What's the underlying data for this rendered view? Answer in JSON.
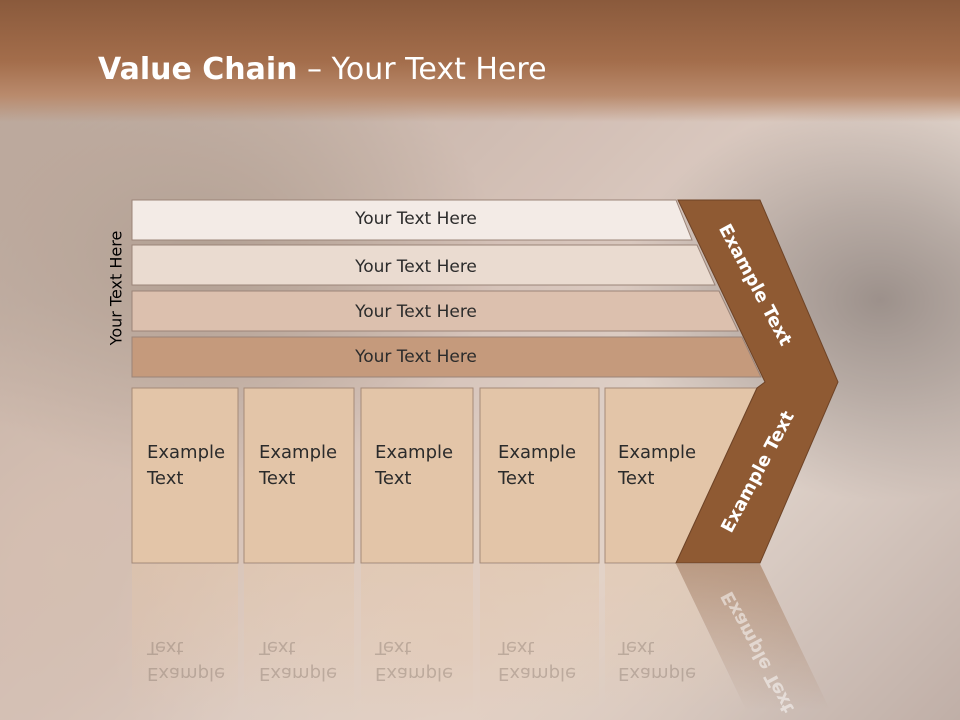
{
  "slide": {
    "title_bold": "Value Chain",
    "title_rest": " – Your Text Here",
    "side_label": "Your Text Here",
    "rows": [
      {
        "label": "Your Text Here",
        "fill": "#f3ebe6"
      },
      {
        "label": "Your Text Here",
        "fill": "#eadbd0"
      },
      {
        "label": "Your Text Here",
        "fill": "#dcc0ae"
      },
      {
        "label": "Your Text Here",
        "fill": "#c59a7c"
      }
    ],
    "cells": [
      {
        "label": "Example\nText"
      },
      {
        "label": "Example\nText"
      },
      {
        "label": "Example\nText"
      },
      {
        "label": "Example\nText"
      },
      {
        "label": "Example\nText"
      }
    ],
    "arrows": [
      {
        "label": "Example Text"
      },
      {
        "label": "Example Text"
      }
    ],
    "colors": {
      "arrow": "#8f5a33",
      "cell": "#e3c5a8",
      "title_bar": "#9a6444"
    }
  }
}
